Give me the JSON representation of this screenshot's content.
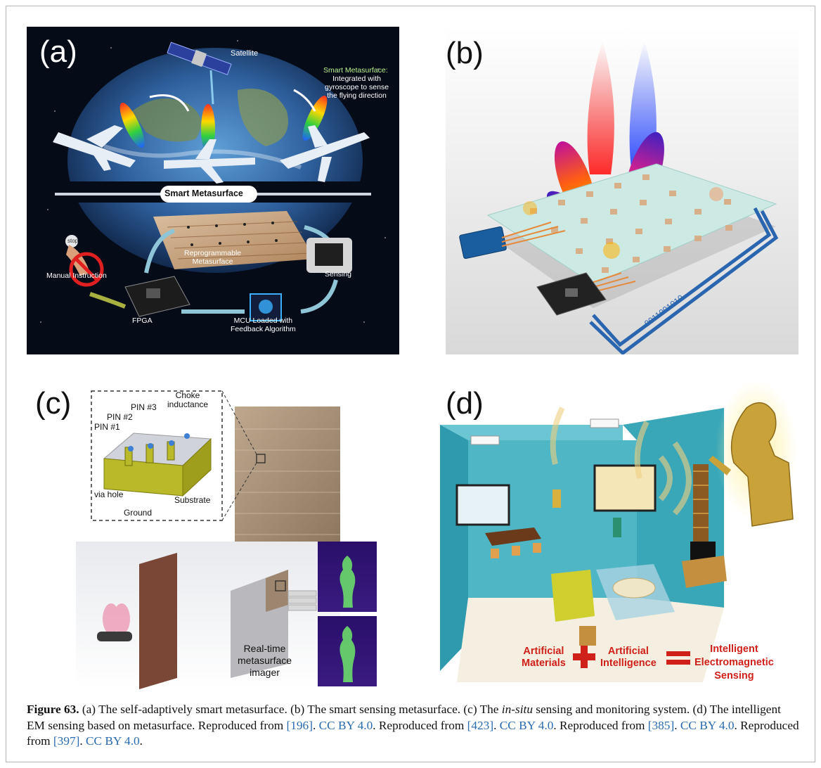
{
  "panels": {
    "a": {
      "label": "(a)",
      "satellite": "Satellite",
      "smart_note_title": "Smart Metasurface:",
      "smart_note_lines": [
        "Integrated with",
        "gyroscope to sense",
        "the flying direction"
      ],
      "banner": "Smart Metasurface",
      "reprogrammable": [
        "Reprogrammable",
        "Metasurface"
      ],
      "manual_instruction": "Manual Instruction",
      "stop": "stop",
      "sensing": "Sensing",
      "fpga": "FPGA",
      "mcu": [
        "MCU Loaded with",
        "Feedback Algorithm"
      ]
    },
    "b": {
      "label": "(b)",
      "bitstream": "0011001010..."
    },
    "c": {
      "label": "(c)",
      "choke": [
        "Choke",
        "inductance"
      ],
      "pin3": "PIN #3",
      "pin2": "PIN #2",
      "pin1": "PIN #1",
      "via": "via hole",
      "substrate": "Substrate",
      "ground": "Ground",
      "imager": [
        "Real-time",
        "metasurface",
        "imager"
      ]
    },
    "d": {
      "label": "(d)",
      "eq_left": [
        "Artificial",
        "Materials"
      ],
      "eq_mid": [
        "Artificial",
        "Intelligence"
      ],
      "eq_right": [
        "Intelligent",
        "Electromagnetic",
        "Sensing"
      ]
    }
  },
  "caption": {
    "label": "Figure 63.",
    "t1": " (a) The self-adaptively smart metasurface. (b) The smart sensing metasurface. (c) The ",
    "italic": "in-situ",
    "t2": " sensing and monitoring system. (d) The intelligent EM sensing based on metasurface. Reproduced from ",
    "cite1": "[196]",
    "sep1": ". ",
    "lic1": "CC BY 4.0",
    "t3": ". Reproduced from ",
    "cite2": "[423]",
    "sep2": ". ",
    "lic2": "CC BY 4.0",
    "t4": ". Reproduced from ",
    "cite3": "[385]",
    "sep3": ". ",
    "lic3": "CC BY 4.0",
    "t5": ". Reproduced from ",
    "cite4": "[397]",
    "sep4": ". ",
    "lic4": "CC BY 4.0",
    "t6": "."
  },
  "colors": {
    "link": "#2a6bb0",
    "accent_red": "#d0201a",
    "teal_wall": "#3aa7b8",
    "chip_green": "#b8c22a"
  }
}
